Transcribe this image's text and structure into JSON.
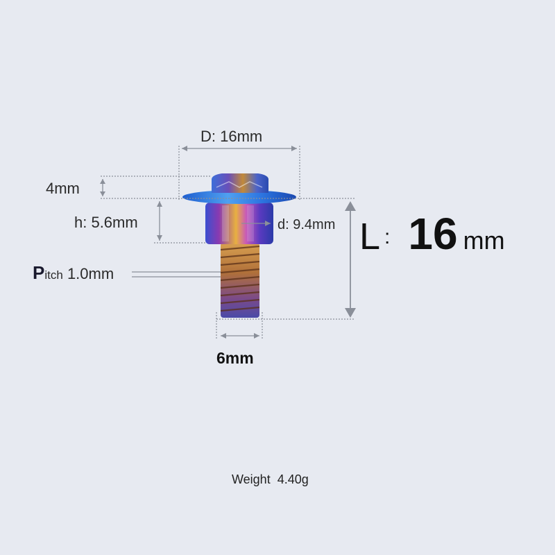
{
  "dimensions": {
    "head_diameter": "D: 16mm",
    "head_height": "4mm",
    "collar_height": "h: 5.6mm",
    "collar_diameter": "d: 9.4mm",
    "pitch_initial": "P",
    "pitch_rest": "itch",
    "pitch_value": "1.0mm",
    "thread_diameter": "6mm"
  },
  "length": {
    "letter": "L",
    "colon": ":",
    "value": "16",
    "unit": "mm"
  },
  "weight": "Weight  4.40g",
  "colors": {
    "background": "#e7eaf1",
    "dimension_line": "#8a8f99",
    "bolt_blue": "#2a5fd6",
    "bolt_purple": "#7a3a9a",
    "bolt_gold": "#d9a23a",
    "thread_bronze": "#9a5a3a"
  }
}
